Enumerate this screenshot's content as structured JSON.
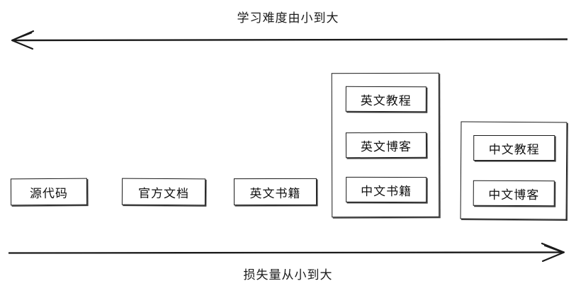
{
  "diagram": {
    "title_top": "学习难度由小到大",
    "title_bottom": "损失量从小到大",
    "stroke_color": "#1a1a1a",
    "background_color": "#ffffff",
    "top_arrow_direction": "left",
    "bottom_arrow_direction": "right"
  },
  "nodes": [
    {
      "label": "源代码"
    },
    {
      "label": "官方文档"
    },
    {
      "label": "英文书籍"
    }
  ],
  "groups": [
    {
      "name": "group-one",
      "items": [
        {
          "label": "英文教程"
        },
        {
          "label": "英文博客"
        },
        {
          "label": "中文书籍"
        }
      ]
    },
    {
      "name": "group-two",
      "items": [
        {
          "label": "中文教程"
        },
        {
          "label": "中文博客"
        }
      ]
    }
  ]
}
